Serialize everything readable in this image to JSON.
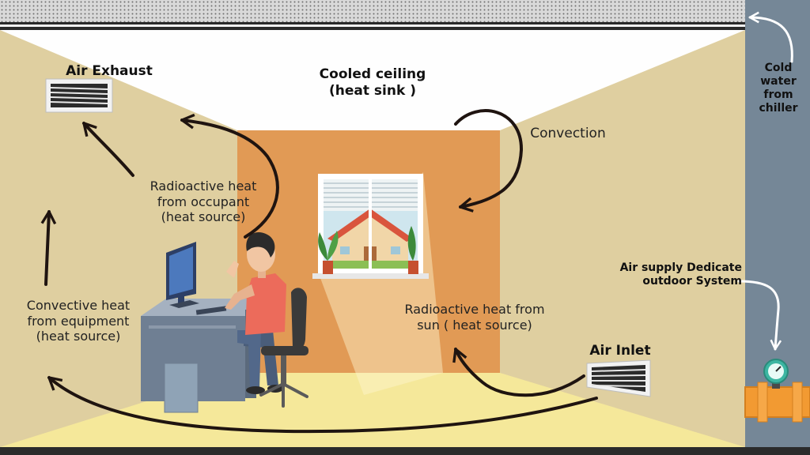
{
  "labels": {
    "air_exhaust": "Air Exhaust",
    "cooled_ceiling": "Cooled ceiling\n(heat sink )",
    "convection": "Convection",
    "cold_water": "Cold\nwater\nfrom\nchiller",
    "radioactive_occupant": "Radioactive heat\nfrom occupant\n(heat source)",
    "convective_equipment": "Convective heat\nfrom equipment\n(heat source)",
    "radioactive_sun": "Radioactive heat from\nsun ( heat source)",
    "air_supply": "Air supply Dedicate\noutdoor System",
    "air_inlet": "Air Inlet"
  },
  "colors": {
    "wall": "#dfcfa0",
    "back_wall": "#e19a55",
    "ceiling": "#fefefe",
    "floor": "#f5e89a",
    "side_panel": "#758797",
    "pipe": "#f29a32",
    "arrow": "#1f1410"
  },
  "icons": [
    "air-exhaust-vent-icon",
    "air-inlet-vent-icon",
    "window-icon",
    "computer-monitor-icon",
    "office-chair-icon",
    "pressure-gauge-icon"
  ]
}
